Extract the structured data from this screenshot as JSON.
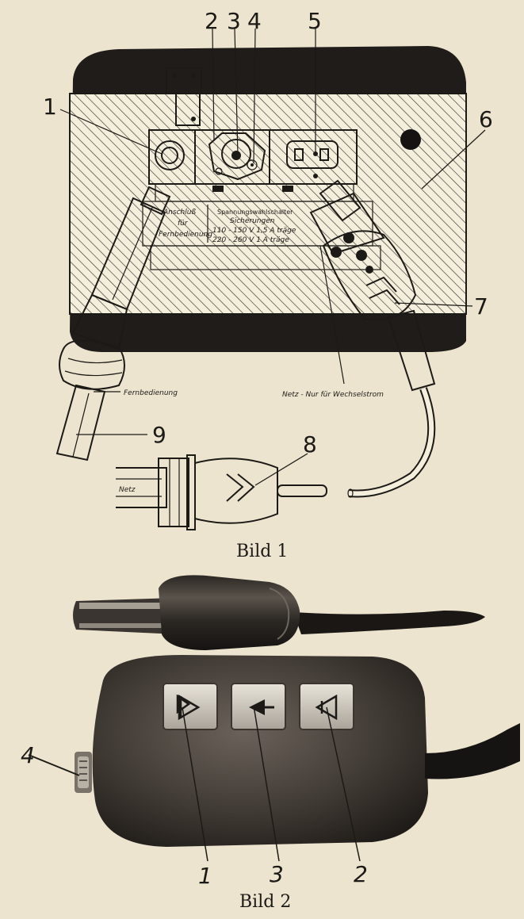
{
  "figure1": {
    "caption": "Bild 1",
    "callouts": [
      "1",
      "2",
      "3",
      "4",
      "5",
      "6",
      "7",
      "8",
      "9"
    ],
    "panel_label_remote": [
      "Anschluß",
      "für",
      "Fernbedienung"
    ],
    "panel_label_voltage": {
      "title": "Spannungswahlschalter",
      "subtitle": "Sicherungen",
      "row1": "110 - 150 V   1,5 A träge",
      "row2": "220 - 260 V   1 A träge"
    },
    "fernbedienung_label": "Fernbedienung",
    "netz_label": "Netz - Nur für Wechselstrom",
    "plug_label": "Netz"
  },
  "figure2": {
    "caption": "Bild 2",
    "callouts": [
      "4",
      "1",
      "3",
      "2"
    ]
  }
}
